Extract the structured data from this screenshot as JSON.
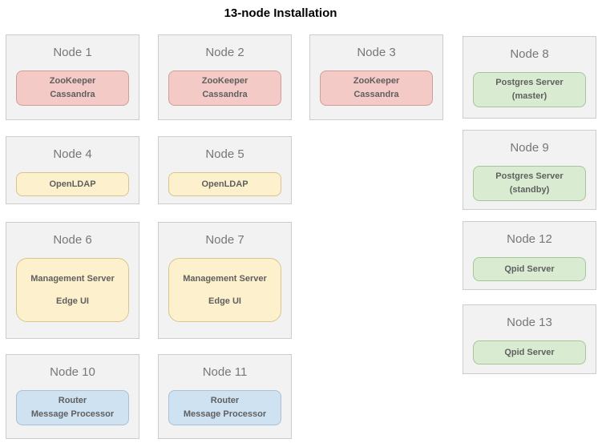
{
  "title": "13-node Installation",
  "palette": {
    "red": {
      "bg": "#f4cac6",
      "border": "#cf9e99"
    },
    "yellow": {
      "bg": "#fdf0cc",
      "border": "#d8c58c"
    },
    "green": {
      "bg": "#d9ecd2",
      "border": "#a6c69a"
    },
    "blue": {
      "bg": "#cfe2f2",
      "border": "#a9c0d5"
    },
    "node_bg": "#f2f2f2",
    "node_border": "#cccccc"
  },
  "nodes": [
    {
      "title": "Node 1",
      "color": "red",
      "services": [
        "ZooKeeper",
        "Cassandra"
      ]
    },
    {
      "title": "Node 2",
      "color": "red",
      "services": [
        "ZooKeeper",
        "Cassandra"
      ]
    },
    {
      "title": "Node 3",
      "color": "red",
      "services": [
        "ZooKeeper",
        "Cassandra"
      ]
    },
    {
      "title": "Node 4",
      "color": "yellow",
      "services": [
        "OpenLDAP"
      ]
    },
    {
      "title": "Node 5",
      "color": "yellow",
      "services": [
        "OpenLDAP"
      ]
    },
    {
      "title": "Node 6",
      "color": "yellow",
      "services": [
        "Management Server",
        "Edge UI"
      ]
    },
    {
      "title": "Node 7",
      "color": "yellow",
      "services": [
        "Management Server",
        "Edge UI"
      ]
    },
    {
      "title": "Node 8",
      "color": "green",
      "services": [
        "Postgres Server",
        "(master)"
      ]
    },
    {
      "title": "Node 9",
      "color": "green",
      "services": [
        "Postgres Server",
        "(standby)"
      ]
    },
    {
      "title": "Node 10",
      "color": "blue",
      "services": [
        "Router",
        "Message Processor"
      ]
    },
    {
      "title": "Node 11",
      "color": "blue",
      "services": [
        "Router",
        "Message Processor"
      ]
    },
    {
      "title": "Node 12",
      "color": "green",
      "services": [
        "Qpid Server"
      ]
    },
    {
      "title": "Node 13",
      "color": "green",
      "services": [
        "Qpid Server"
      ]
    }
  ]
}
